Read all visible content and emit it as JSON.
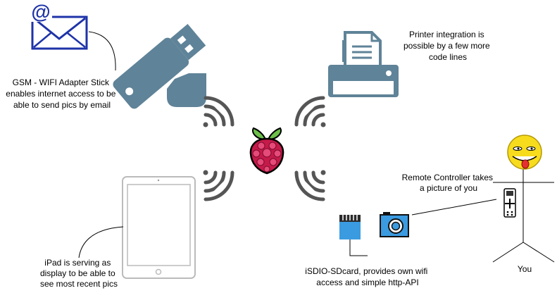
{
  "labels": {
    "gsm": [
      "GSM - WIFI Adapter Stick",
      "enables internet access to be",
      "able to send pics by email"
    ],
    "printer": [
      "Printer integration is",
      "possible by a few more",
      "code lines"
    ],
    "remote": [
      "Remote Controller takes",
      "a picture of you"
    ],
    "ipad": [
      "iPad is serving as",
      "display to be able to",
      "see most recent pics"
    ],
    "isdio": [
      "iSDIO-SDcard, provides own wifi",
      "access and simple http-API"
    ],
    "you": "You"
  },
  "icons": {
    "envelope_glyph": "@"
  },
  "colors": {
    "email_blue": "#1e33a8",
    "stick_slate": "#5f8398",
    "printer_slate": "#5f8398",
    "camera_blue": "#3b9be0",
    "sdcard_blue": "#3b9be0",
    "wifi_grey": "#555555",
    "raspberry_red": "#c51a4a",
    "leaf_green": "#6cc04a",
    "smiley_yellow": "#f7dc1e"
  }
}
